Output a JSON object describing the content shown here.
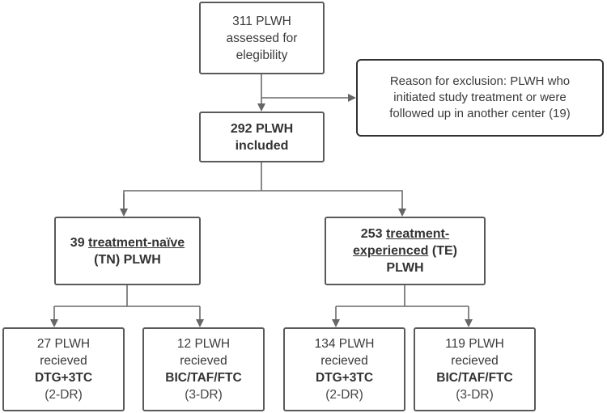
{
  "assessed": {
    "line1": "311 PLWH",
    "line2": "assessed for",
    "line3": "elegibility"
  },
  "exclusion": {
    "line1": "Reason for exclusion: PLWH who",
    "line2": "initiated study treatment or were",
    "line3": "followed up in another center",
    "count": "(19)"
  },
  "included": {
    "line1": "292 PLWH",
    "line2": "included"
  },
  "tn": {
    "count": "39",
    "label": "treatment-naïve",
    "line2": "(TN) PLWH"
  },
  "te": {
    "count": "253",
    "label1": "treatment-",
    "label2": "experienced",
    "abbr": "(TE)",
    "line3": "PLWH"
  },
  "tn_dtg": {
    "line1": "27 PLWH",
    "line2": "recieved",
    "regimen": "DTG+3TC",
    "type": "(2-DR)"
  },
  "tn_bic": {
    "line1": "12 PLWH",
    "line2": "recieved",
    "regimen": "BIC/TAF/FTC",
    "type": "(3-DR)"
  },
  "te_dtg": {
    "line1": "134 PLWH",
    "line2": "recieved",
    "regimen": "DTG+3TC",
    "type": "(2-DR)"
  },
  "te_bic": {
    "line1": "119 PLWH",
    "line2": "recieved",
    "regimen": "BIC/TAF/FTC",
    "type": "(3-DR)"
  },
  "colors": {
    "line": "#6a6a6a",
    "border": "#5a5a5a",
    "text": "#3a3a3a"
  }
}
